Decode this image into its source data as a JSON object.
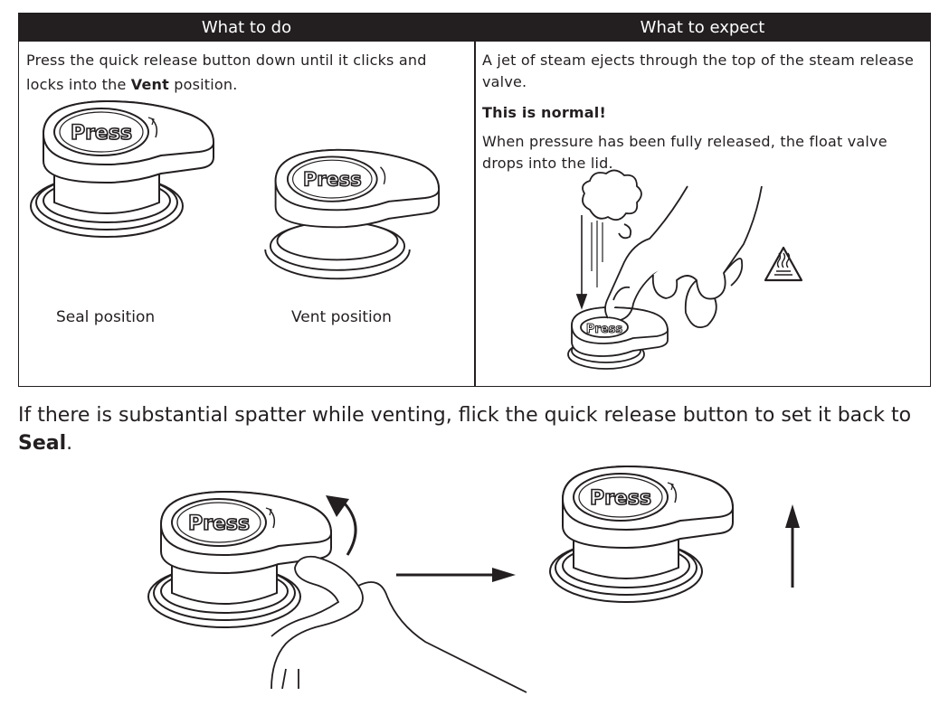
{
  "table": {
    "header_left": "What to do",
    "header_right": "What to expect",
    "left": {
      "instruction_pre": "Press the quick release button down until it clicks and locks into the ",
      "instruction_bold": "Vent",
      "instruction_post": " position.",
      "seal_caption_bold": "Seal",
      "seal_caption_rest": " position",
      "vent_caption_bold": "Vent",
      "vent_caption_rest": " position"
    },
    "right": {
      "p1": "A jet of steam ejects through the top of the steam release valve.",
      "p2": "This is normal!",
      "p3": "When pressure has been fully released, the float valve drops into the lid."
    }
  },
  "note": {
    "text_pre": "If there is substantial spatter while venting, flick the quick release button to set it back to ",
    "text_bold": "Seal",
    "text_post": "."
  },
  "button_label": "Press",
  "icons": [
    "hot-surface-warning-icon",
    "arrow-right-icon",
    "arrow-up-icon",
    "curved-arrow-icon"
  ],
  "colors": {
    "ink": "#231f20",
    "paper": "#ffffff"
  }
}
